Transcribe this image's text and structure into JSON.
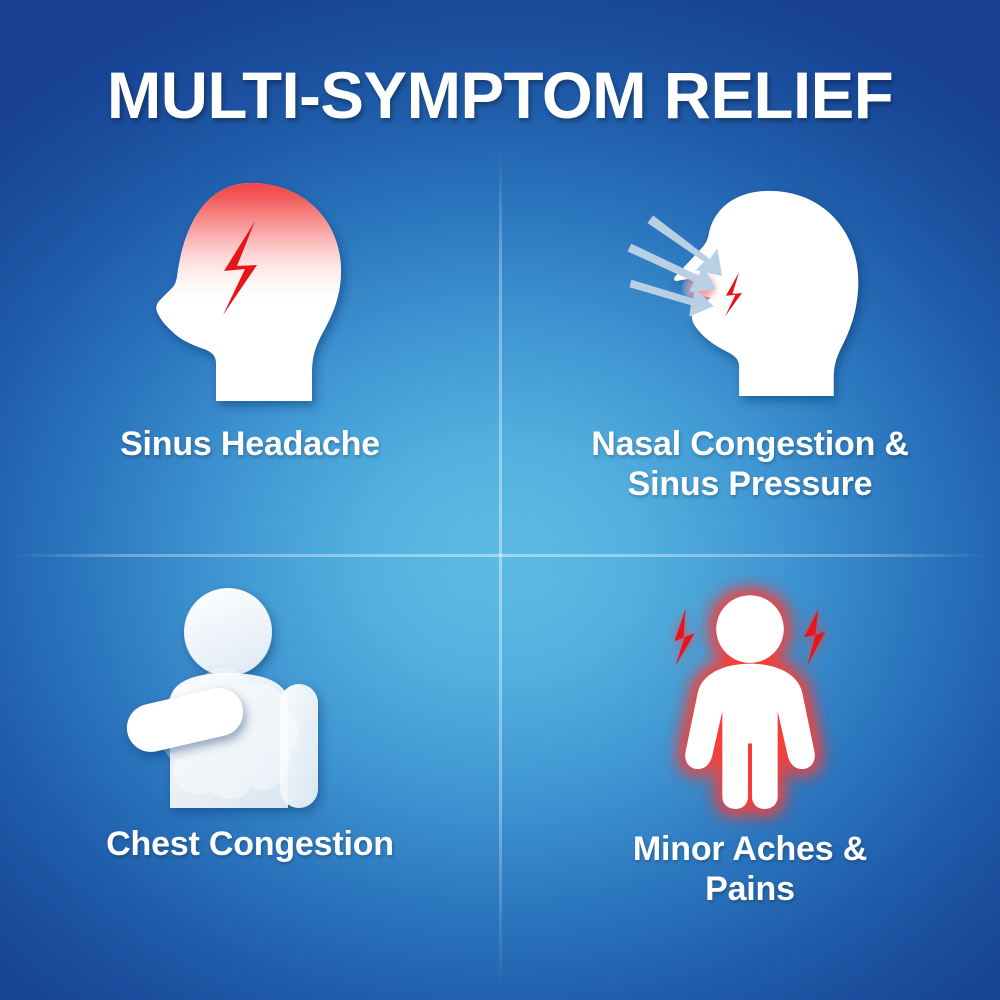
{
  "header": {
    "title": "MULTI-SYMPTOM RELIEF"
  },
  "palette": {
    "background_center": "#5dbae4",
    "background_edge": "#173f92",
    "text": "#ffffff",
    "accent_red": "#e8141b",
    "accent_red_glow": "#f3443c",
    "arrow_blue": "#b8cde2",
    "nose_pink": "#f19a9e",
    "divider": "rgba(255,255,255,0.40)"
  },
  "symptoms": [
    {
      "id": "sinus-headache",
      "label": "Sinus Headache",
      "icon": "head-profile-headache-icon",
      "icon_parts": [
        "head-silhouette",
        "red-pain-gradient",
        "red-lightning-bolt"
      ]
    },
    {
      "id": "nasal-congestion-sinus-pressure",
      "label": "Nasal Congestion &\nSinus Pressure",
      "icon": "head-profile-nasal-congestion-icon",
      "icon_parts": [
        "head-silhouette",
        "three-incoming-arrows",
        "pink-nose",
        "red-lightning-bolt"
      ]
    },
    {
      "id": "chest-congestion",
      "label": "Chest Congestion",
      "icon": "torso-chest-congestion-icon",
      "icon_parts": [
        "person-torso",
        "mucus-cloud",
        "bent-arm"
      ]
    },
    {
      "id": "minor-aches-pains",
      "label": "Minor Aches &\nPains",
      "icon": "standing-person-aches-icon",
      "icon_parts": [
        "person-figure",
        "red-glow-outline",
        "two-red-lightning-bolts"
      ]
    }
  ]
}
